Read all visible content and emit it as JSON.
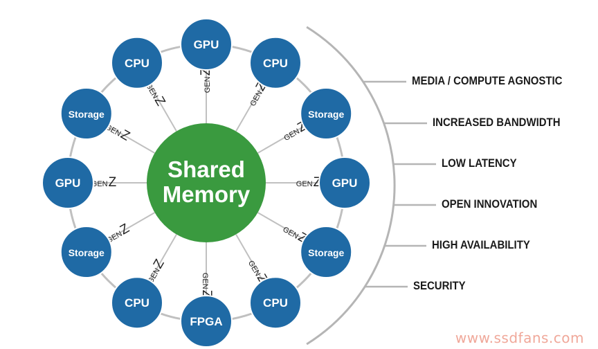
{
  "center": {
    "line1": "Shared",
    "line2": "Memory",
    "color": "#3a9a3f"
  },
  "node_color": "#1f6aa5",
  "ring_color": "#c0c0c0",
  "link": {
    "gen": "GEN",
    "z": "Z"
  },
  "nodes": [
    {
      "label": "GPU"
    },
    {
      "label": "CPU"
    },
    {
      "label": "Storage"
    },
    {
      "label": "GPU"
    },
    {
      "label": "Storage"
    },
    {
      "label": "CPU"
    },
    {
      "label": "FPGA"
    },
    {
      "label": "CPU"
    },
    {
      "label": "Storage"
    },
    {
      "label": "GPU"
    },
    {
      "label": "Storage"
    },
    {
      "label": "CPU"
    }
  ],
  "features": [
    "MEDIA / COMPUTE AGNOSTIC",
    "INCREASED BANDWIDTH",
    "LOW LATENCY",
    "OPEN INNOVATION",
    "HIGH AVAILABILITY",
    "SECURITY"
  ],
  "watermark": "www.ssdfans.com"
}
